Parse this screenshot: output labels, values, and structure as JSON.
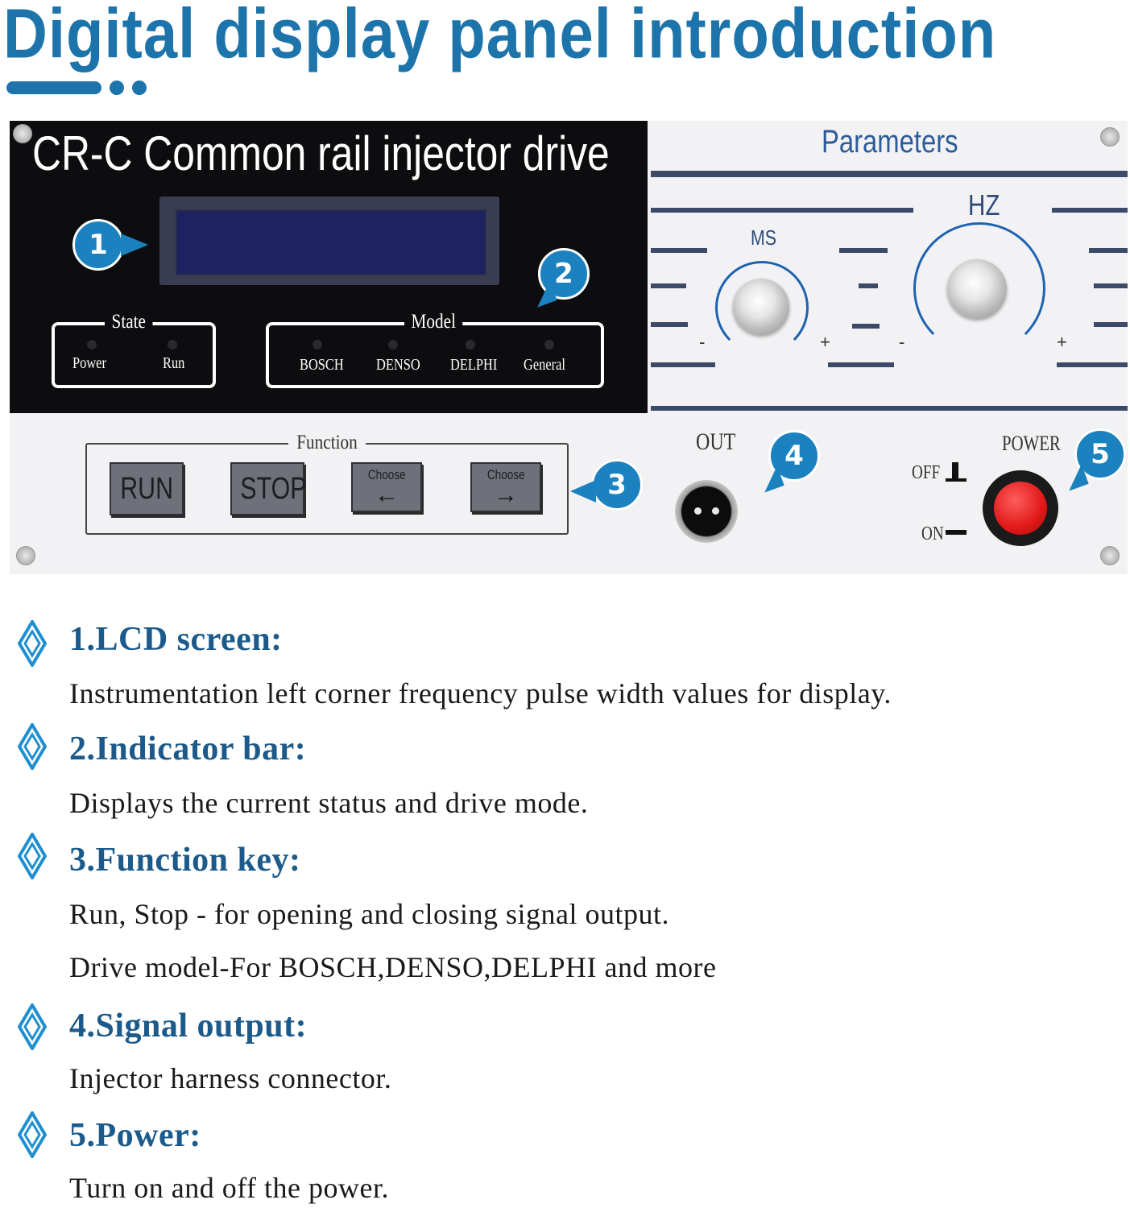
{
  "page_title": "Digital display panel introduction",
  "device": {
    "drive_title": "CR-C Common rail injector drive",
    "state": {
      "label": "State",
      "indicators": [
        "Power",
        "Run"
      ]
    },
    "model": {
      "label": "Model",
      "indicators": [
        "BOSCH",
        "DENSO",
        "DELPHI",
        "General"
      ]
    },
    "parameters": {
      "title": "Parameters",
      "knobs": [
        {
          "label": "MS",
          "minus": "-",
          "plus": "+"
        },
        {
          "label": "HZ",
          "minus": "-",
          "plus": "+"
        }
      ]
    },
    "function": {
      "label": "Function",
      "keys": [
        {
          "label": "RUN"
        },
        {
          "label": "STOP"
        },
        {
          "label": "Choose",
          "arrow": "←"
        },
        {
          "label": "Choose",
          "arrow": "→"
        }
      ]
    },
    "out_label": "OUT",
    "power": {
      "label": "POWER",
      "off": "OFF",
      "on": "ON"
    },
    "badges": [
      "1",
      "2",
      "3",
      "4",
      "5"
    ]
  },
  "items": [
    {
      "heading": "1.LCD screen:",
      "lines": [
        "Instrumentation left corner frequency pulse width values for display."
      ]
    },
    {
      "heading": "2.Indicator bar:",
      "lines": [
        "Displays the current status and drive mode."
      ]
    },
    {
      "heading": "3.Function key:",
      "lines": [
        "Run, Stop - for opening and closing signal output.",
        "Drive model-For BOSCH,DENSO,DELPHI and more"
      ]
    },
    {
      "heading": "4.Signal output:",
      "lines": [
        "Injector harness connector."
      ]
    },
    {
      "heading": "5.Power:",
      "lines": [
        "Turn on and off the power."
      ]
    }
  ],
  "colors": {
    "accent": "#1d74ab",
    "heading": "#1b5a8a",
    "badge": "#1b82bf",
    "power_button": "#e01818"
  },
  "icons": [
    "diamond-bullet-icon"
  ]
}
